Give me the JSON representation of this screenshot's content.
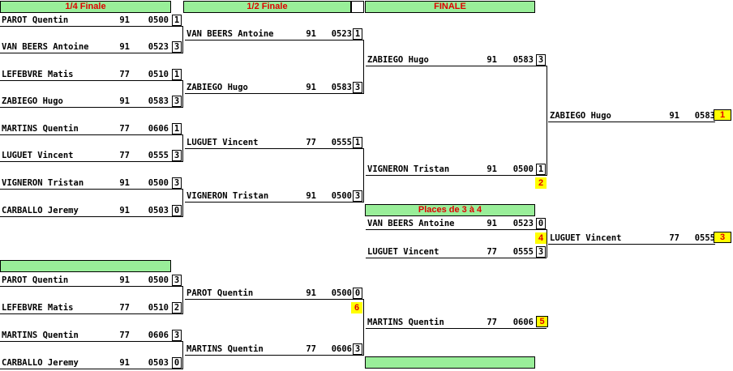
{
  "headers": {
    "quarter": "1/4 Finale",
    "semi": "1/2 Finale",
    "final": "FINALE",
    "third": "Places de 3 à 4",
    "blank1": "",
    "blank2": ""
  },
  "quarter_final": [
    {
      "name": "PAROT Quentin",
      "club": "91",
      "id": "0500",
      "score": "1"
    },
    {
      "name": "VAN BEERS Antoine",
      "club": "91",
      "id": "0523",
      "score": "3"
    },
    {
      "name": "LEFEBVRE Matis",
      "club": "77",
      "id": "0510",
      "score": "1"
    },
    {
      "name": "ZABIEGO Hugo",
      "club": "91",
      "id": "0583",
      "score": "3"
    },
    {
      "name": "MARTINS Quentin",
      "club": "77",
      "id": "0606",
      "score": "1"
    },
    {
      "name": "LUGUET Vincent",
      "club": "77",
      "id": "0555",
      "score": "3"
    },
    {
      "name": "VIGNERON Tristan",
      "club": "91",
      "id": "0500",
      "score": "3"
    },
    {
      "name": "CARBALLO Jeremy",
      "club": "91",
      "id": "0503",
      "score": "0"
    }
  ],
  "semi_final": [
    {
      "name": "VAN BEERS Antoine",
      "club": "91",
      "id": "0523",
      "score": "1"
    },
    {
      "name": "ZABIEGO Hugo",
      "club": "91",
      "id": "0583",
      "score": "3"
    },
    {
      "name": "LUGUET Vincent",
      "club": "77",
      "id": "0555",
      "score": "1"
    },
    {
      "name": "VIGNERON Tristan",
      "club": "91",
      "id": "0500",
      "score": "3"
    }
  ],
  "final": [
    {
      "name": "ZABIEGO Hugo",
      "club": "91",
      "id": "0583",
      "score": "3"
    },
    {
      "name": "VIGNERON Tristan",
      "club": "91",
      "id": "0500",
      "score": "1"
    }
  ],
  "winner": {
    "name": "ZABIEGO Hugo",
    "club": "91",
    "id": "0583",
    "rank": "1"
  },
  "runner_up_rank": "2",
  "third_place": [
    {
      "name": "VAN BEERS Antoine",
      "club": "91",
      "id": "0523",
      "score": "0",
      "rank": "4"
    },
    {
      "name": "LUGUET Vincent",
      "club": "77",
      "id": "0555",
      "score": "3"
    }
  ],
  "third_winner": {
    "name": "LUGUET Vincent",
    "club": "77",
    "id": "0555",
    "rank": "3"
  },
  "classification_round": [
    {
      "name": "PAROT Quentin",
      "club": "91",
      "id": "0500",
      "score": "3"
    },
    {
      "name": "LEFEBVRE Matis",
      "club": "77",
      "id": "0510",
      "score": "2"
    },
    {
      "name": "MARTINS Quentin",
      "club": "77",
      "id": "0606",
      "score": "3"
    },
    {
      "name": "CARBALLO Jeremy",
      "club": "91",
      "id": "0503",
      "score": "0"
    }
  ],
  "classification_semi": [
    {
      "name": "PAROT Quentin",
      "club": "91",
      "id": "0500",
      "score": "0",
      "rank": "6"
    },
    {
      "name": "MARTINS Quentin",
      "club": "77",
      "id": "0606",
      "score": "3"
    }
  ],
  "classification_winner": {
    "name": "MARTINS Quentin",
    "club": "77",
    "id": "0606",
    "rank": "5"
  },
  "colors": {
    "header_bg": "#99ee99",
    "header_text": "#e00000",
    "rank_bg": "#ffff00",
    "rank_text": "#e00000"
  }
}
